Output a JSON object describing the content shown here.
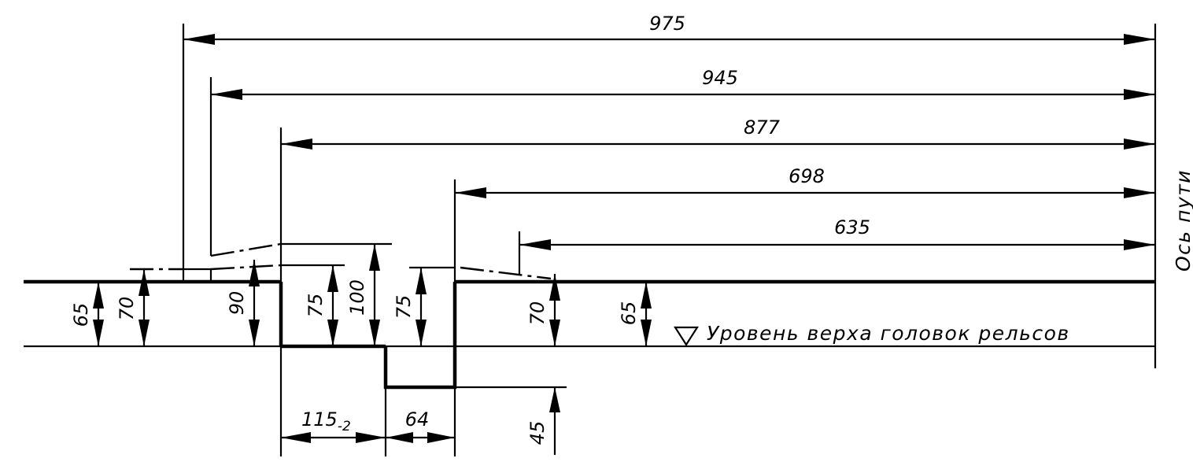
{
  "dimensions": {
    "horizontal": [
      {
        "id": "d975",
        "label": "975"
      },
      {
        "id": "d945",
        "label": "945"
      },
      {
        "id": "d877",
        "label": "877"
      },
      {
        "id": "d698",
        "label": "698"
      },
      {
        "id": "d635",
        "label": "635"
      }
    ],
    "bottom": {
      "width_main": "115",
      "width_tolerance": "-2",
      "width_slot": "64"
    },
    "vertical": [
      {
        "id": "v65l",
        "label": "65"
      },
      {
        "id": "v70l",
        "label": "70"
      },
      {
        "id": "v90",
        "label": "90"
      },
      {
        "id": "v75a",
        "label": "75"
      },
      {
        "id": "v100",
        "label": "100"
      },
      {
        "id": "v75b",
        "label": "75"
      },
      {
        "id": "v70r",
        "label": "70"
      },
      {
        "id": "v45",
        "label": "45"
      },
      {
        "id": "v65r",
        "label": "65"
      }
    ]
  },
  "labels": {
    "rail_level": "Уровень верха головок рельсов",
    "track_axis": "Ось пути"
  }
}
